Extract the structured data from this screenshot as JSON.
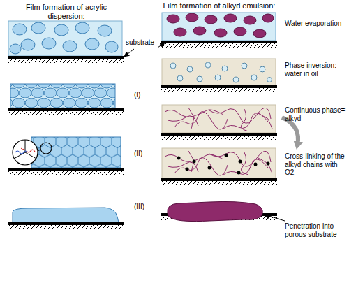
{
  "diagram": {
    "labels": [
      "Film formation of acrylic dispersion:",
      "Film formation of alkyd emulsion:",
      "Water evaporation",
      "substrate",
      "Phase inversion: water in oil",
      "(I)",
      "Continuous phase= alkyd",
      "(II)",
      "Cross-linking of the alkyd chains with O2",
      "(III)",
      "Penetration into porous substrate"
    ]
  }
}
